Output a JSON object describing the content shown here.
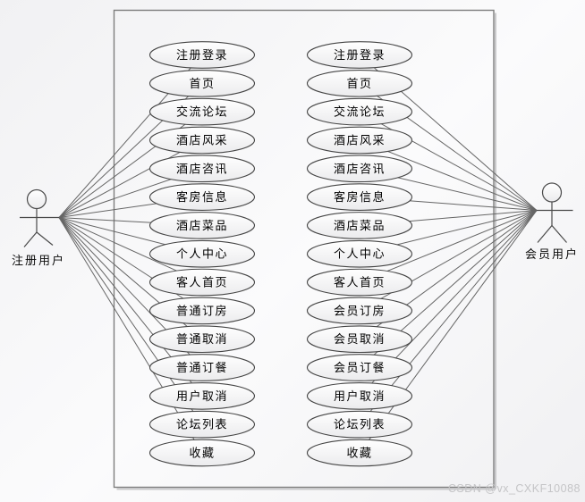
{
  "diagram_type": "uml-use-case",
  "actors": {
    "left": {
      "label": "注册用户"
    },
    "right": {
      "label": "会员用户"
    }
  },
  "use_cases": {
    "left": [
      "注册登录",
      "首页",
      "交流论坛",
      "酒店风采",
      "酒店咨讯",
      "客房信息",
      "酒店菜品",
      "个人中心",
      "客人首页",
      "普通订房",
      "普通取消",
      "普通订餐",
      "用户取消",
      "论坛列表",
      "收藏"
    ],
    "right": [
      "注册登录",
      "首页",
      "交流论坛",
      "酒店风采",
      "酒店咨讯",
      "客房信息",
      "酒店菜品",
      "个人中心",
      "客人首页",
      "会员订房",
      "会员取消",
      "会员订餐",
      "用户取消",
      "论坛列表",
      "收藏"
    ]
  },
  "watermark": "CSDN @vx_CXKF10088",
  "colors": {
    "ellipse_stroke": "#454545",
    "ellipse_fill_top": "#ffffff",
    "ellipse_fill_bottom": "#ebebed",
    "connector": "#666666",
    "actor_stroke": "#4a4a4a",
    "boundary": "#7d7d7d",
    "boundary_shadow": "#c9c9cb",
    "text": "#000000",
    "watermark_text": "#c5c5c7"
  }
}
